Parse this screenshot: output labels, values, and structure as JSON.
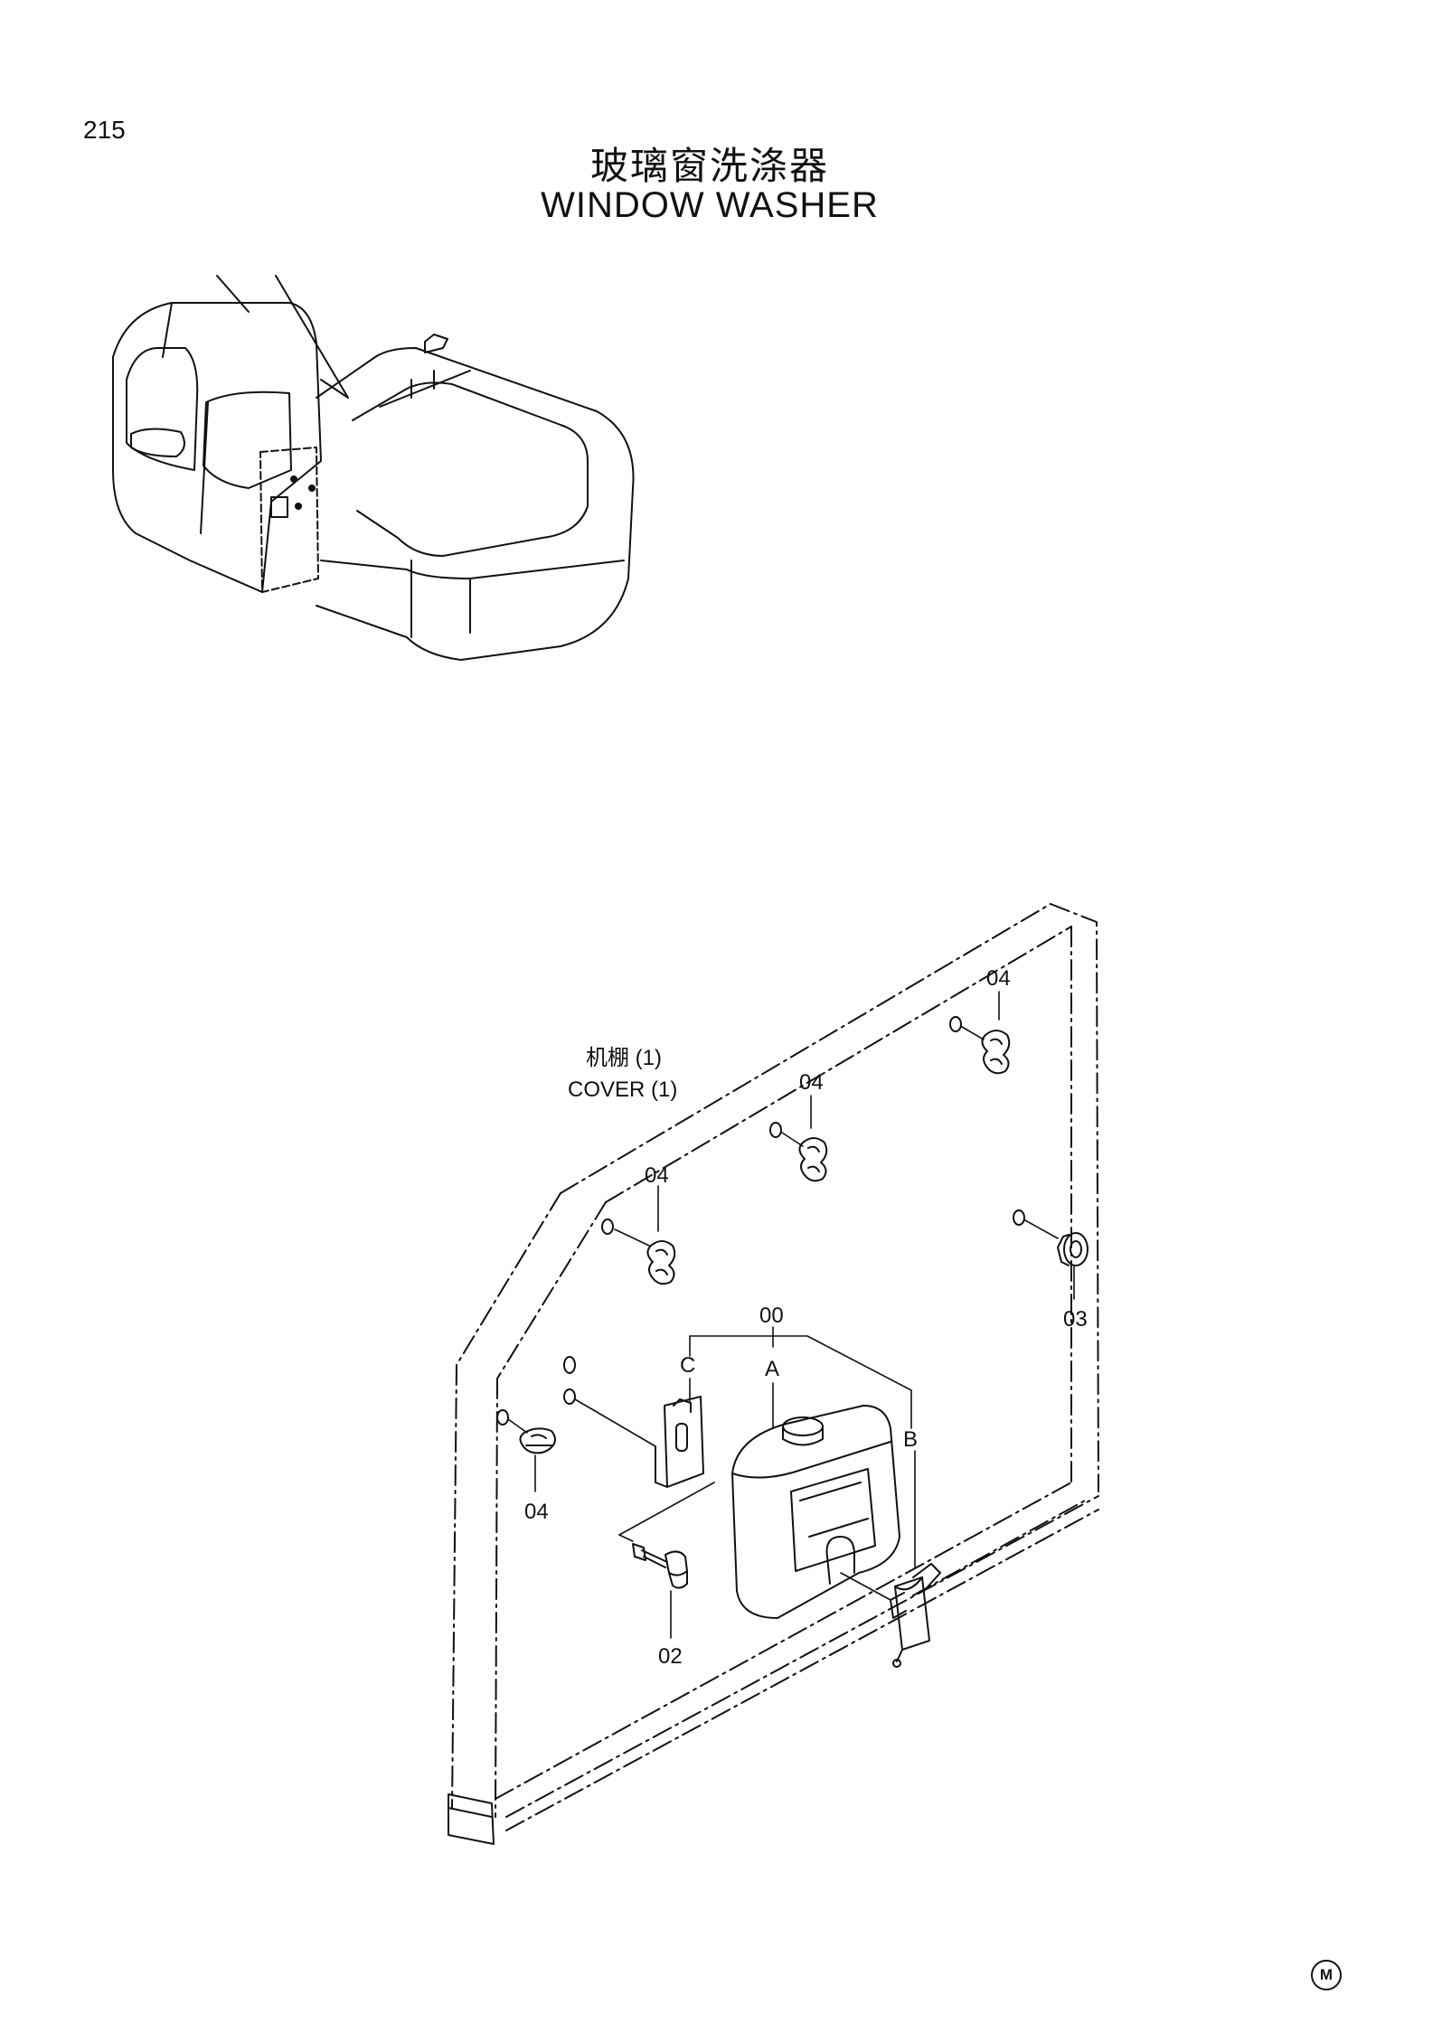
{
  "page_number": "215",
  "title_cn": "玻璃窗洗涤器",
  "title_en": "WINDOW  WASHER",
  "cover_label_cn": "机棚 (1)",
  "cover_label_en": "COVER  (1)",
  "callouts": {
    "c04_top": "04",
    "c04_mid": "04",
    "c04_left": "04",
    "c04_bottom": "04",
    "c03": "03",
    "c00": "00",
    "cA": "A",
    "cB": "B",
    "cC": "C",
    "c02": "02"
  },
  "corner_mark": "M"
}
